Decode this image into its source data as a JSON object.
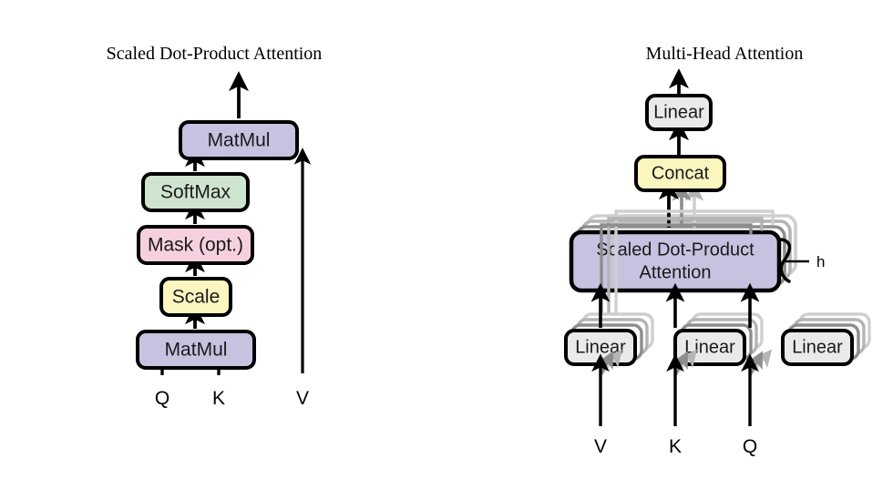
{
  "figure": {
    "caption_left": "Scaled Dot-Product Attention",
    "caption_right": "Multi-Head Attention"
  },
  "left_panel": {
    "title": "Scaled Dot-Product Attention",
    "blocks": [
      {
        "label": "MatMul",
        "color": "#c5c3e0"
      },
      {
        "label": "SoftMax",
        "color": "#cfe4cf"
      },
      {
        "label": "Mask (opt.)",
        "color": "#f6d0de"
      },
      {
        "label": "Scale",
        "color": "#fbf5c0"
      },
      {
        "label": "MatMul",
        "color": "#c5c3e0"
      }
    ],
    "inputs": [
      "Q",
      "K",
      "V"
    ]
  },
  "right_panel": {
    "title": "Multi-Head Attention",
    "blocks": [
      {
        "label": "Linear",
        "color": "#e8ebe8"
      },
      {
        "label": "Concat",
        "color": "#fbf5c0"
      },
      {
        "label": "Scaled Dot-Product",
        "label2": "Attention",
        "color": "#c5c3e0"
      },
      {
        "label": "Linear",
        "color": "#e8ebe8"
      },
      {
        "label": "Linear",
        "color": "#e8ebe8"
      },
      {
        "label": "Linear",
        "color": "#e8ebe8"
      }
    ],
    "heads_label": "h",
    "inputs": [
      "V",
      "K",
      "Q"
    ]
  },
  "colors": {
    "purple": "#c5c3e0",
    "green": "#cfe4cf",
    "pink": "#f6d0de",
    "yellow": "#fbf5c0",
    "gray": "#e8ebe8",
    "stroke": "#000000",
    "ghost1": "#8d8d8d",
    "ghost2": "#b4b4b4",
    "ghost3": "#cfcfcf"
  }
}
